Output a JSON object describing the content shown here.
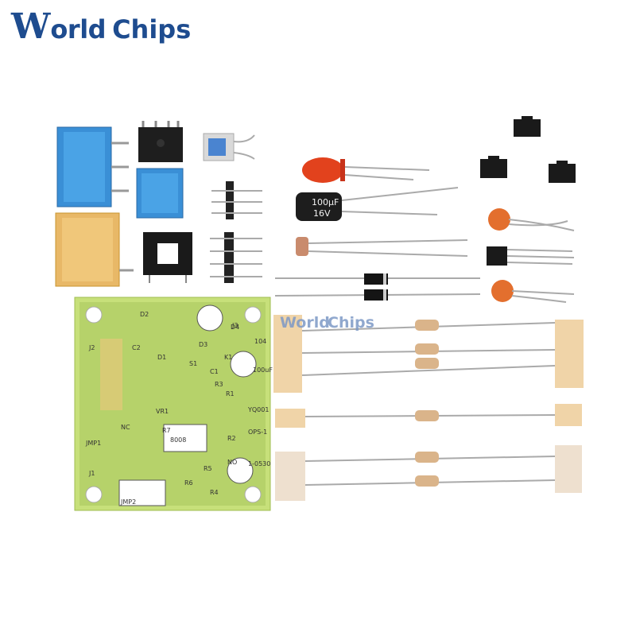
{
  "logo": {
    "world": "orld",
    "w": "W",
    "chips": "Chips"
  },
  "watermark": {
    "world": "World",
    "chips": "Chips"
  },
  "capacitor": {
    "value": "100μF",
    "voltage": "16V"
  },
  "pcb": {
    "labels": [
      "J1",
      "J2",
      "J3",
      "JMP1",
      "JMP2",
      "D1",
      "D2",
      "D3",
      "D4",
      "R1",
      "R2",
      "R3",
      "R4",
      "R5",
      "R6",
      "R7",
      "C1",
      "C2",
      "K1",
      "S1",
      "VR1",
      "NO",
      "NC",
      "104",
      "100uF",
      "YQ001",
      "OPS-1",
      "1-0530"
    ],
    "chip_label": "8008"
  }
}
